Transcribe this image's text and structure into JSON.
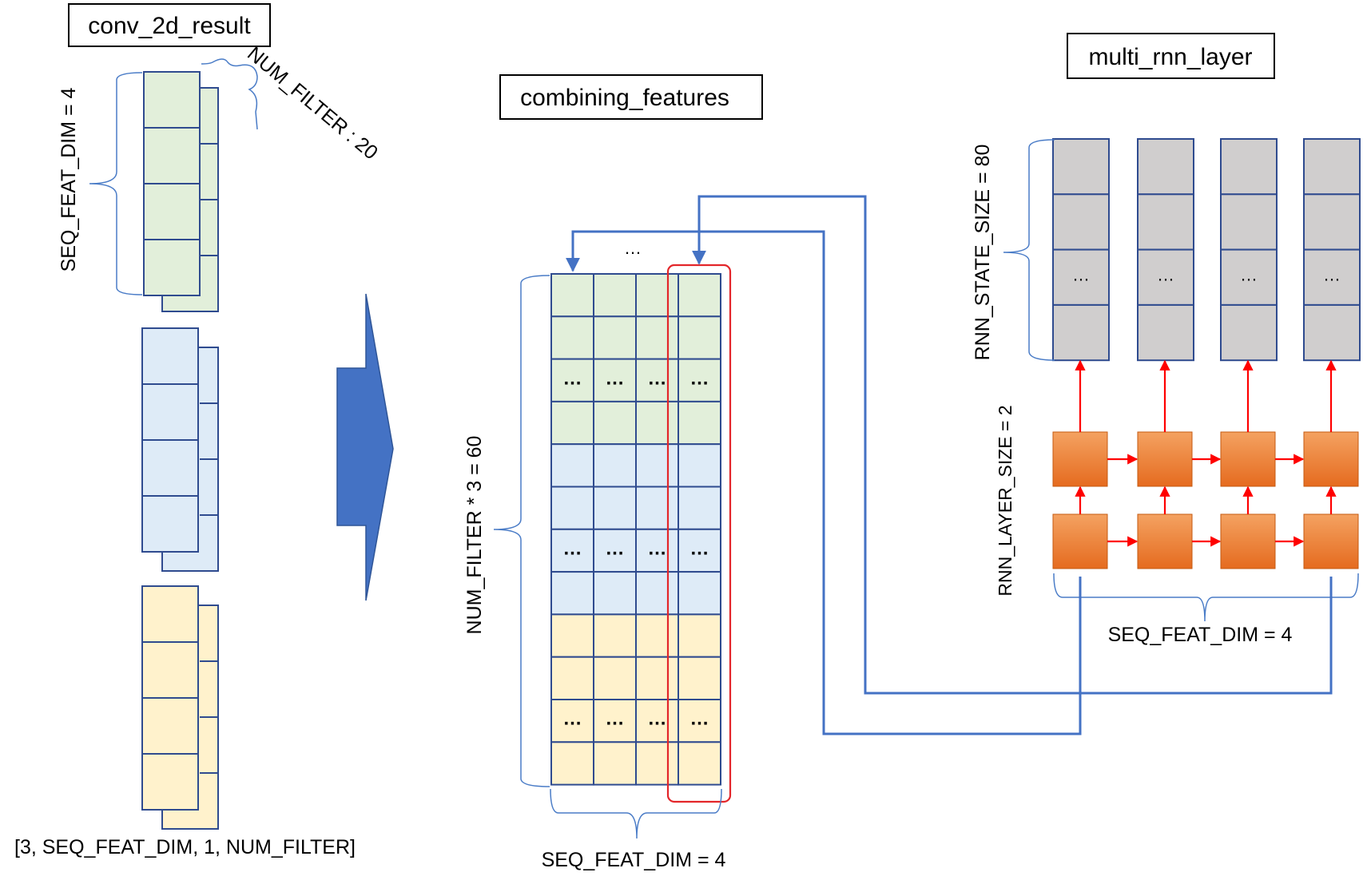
{
  "titles": {
    "conv": "conv_2d_result",
    "combining": "combining_features",
    "multi_rnn": "multi_rnn_layer"
  },
  "labels": {
    "seq_feat_dim_left": "SEQ_FEAT_DIM = 4",
    "num_filter_20": "NUM_FILTER : 20",
    "shape": "[3, SEQ_FEAT_DIM, 1, NUM_FILTER]",
    "num_filter_60": "NUM_FILTER * 3 = 60",
    "seq_feat_dim_bottom": "SEQ_FEAT_DIM = 4",
    "rnn_state_size": "RNN_STATE_SIZE = 80",
    "rnn_layer_size": "RNN_LAYER_SIZE = 2",
    "seq_feat_dim_right": "SEQ_FEAT_DIM = 4"
  },
  "ellipsis": "…",
  "grid_ellipsis": "…",
  "colors": {
    "green_fill": "#e2efda",
    "blue_fill": "#deebf7",
    "yellow_fill": "#fff2cc",
    "cell_stroke": "#2f4b8f",
    "brace": "#4a7cc7",
    "arrow_blue": "#4472c4",
    "highlight_red": "#e3262a",
    "gray_fill": "#d0cece",
    "orange_top": "#f4a261",
    "orange_bottom": "#e56b1f"
  }
}
